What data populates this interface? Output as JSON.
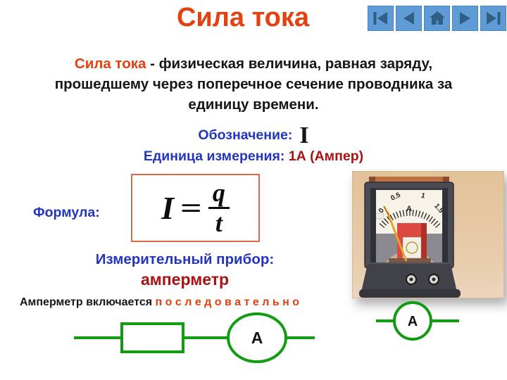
{
  "slide": {
    "title": "Сила тока",
    "definition": {
      "lead": "Сила тока",
      "rest": " - физическая величина, равная заряду, прошедшему через поперечное сечение проводника за единицу времени."
    },
    "notation": {
      "label": "Обозначение:",
      "symbol": "I"
    },
    "unit": {
      "label": "Единица измерения:",
      "value": "1А (Ампер)"
    },
    "formula": {
      "label": "Формула:",
      "lhs": "I",
      "eq": "=",
      "numerator": "q",
      "denominator": "t"
    },
    "instrument": {
      "label": "Измерительный прибор:",
      "value": "амперметр"
    },
    "connection": {
      "lead": "Амперметр включается ",
      "highlight": "п о с л е д о в а т е л ь н о"
    },
    "circuit": {
      "ammeter_label": "А",
      "ammeter_label_right": "А"
    }
  },
  "nav": {
    "buttons": [
      {
        "name": "first",
        "icon": "skip-to-first-icon"
      },
      {
        "name": "previous",
        "icon": "previous-arrow-icon"
      },
      {
        "name": "home",
        "icon": "home-icon"
      },
      {
        "name": "next",
        "icon": "next-arrow-icon"
      },
      {
        "name": "last",
        "icon": "skip-to-last-icon"
      }
    ]
  },
  "ammeter_photo": {
    "scale_labels": [
      "0",
      "0.5",
      "1",
      "1.5"
    ],
    "unit_label": "А"
  },
  "colors": {
    "background": "#FFFFFF",
    "title_red": "#E6400E",
    "text_black": "#161616",
    "label_blue": "#2336C0",
    "value_dark_red": "#AE1111",
    "formula_border": "#DD6A44",
    "circuit_green": "#119C11",
    "button_blue": "#5F9CD5",
    "button_border": "#4A86BE",
    "button_glyph": "#315E84"
  }
}
